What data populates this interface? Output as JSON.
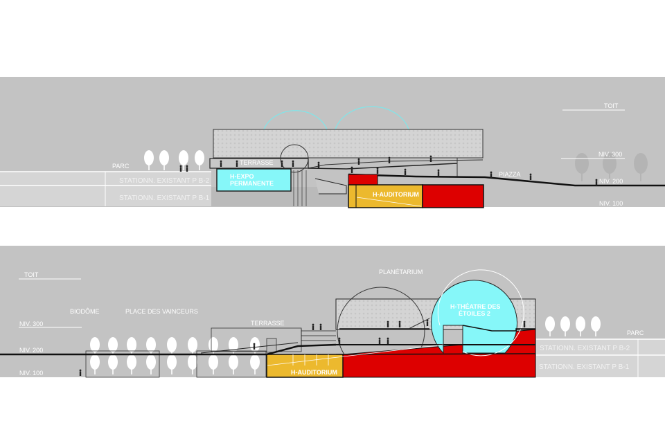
{
  "colors": {
    "panel": "#c3c3c3",
    "parking": "#d5d5d5",
    "cyan": "#86f7f9",
    "red": "#dd0000",
    "yellow": "#ecb92e",
    "hatch": "#d9d9d9"
  },
  "top_section": {
    "parc": "PARC",
    "parking_b2": "STATIONN. EXISTANT P B-2",
    "parking_b1": "STATIONN. EXISTANT P B-1",
    "terrasse": "TERRASSE",
    "expo_line1": "H-EXPO",
    "expo_line2": "PERMANENTE",
    "auditorium": "H-AUDITORIUM",
    "piazza": "PIAZZA",
    "toit": "TOIT",
    "niv300": "NIV. 300",
    "niv200": "NIV. 200",
    "niv100": "NIV. 100"
  },
  "bottom_section": {
    "toit": "TOIT",
    "niv300": "NIV. 300",
    "niv200": "NIV. 200",
    "niv100": "NIV. 100",
    "biodome": "BIODÔME",
    "place": "PLACE DES VAINCEURS",
    "terrasse": "TERRASSE",
    "planetarium": "PLANÉTARIUM",
    "theatre_line1": "H-THÉATRE DES",
    "theatre_line2": "ÉTOILES 2",
    "auditorium": "H-AUDITORIUM",
    "parc": "PARC",
    "parking_b2": "STATIONN. EXISTANT P B-2",
    "parking_b1": "STATIONN. EXISTANT P B-1"
  }
}
